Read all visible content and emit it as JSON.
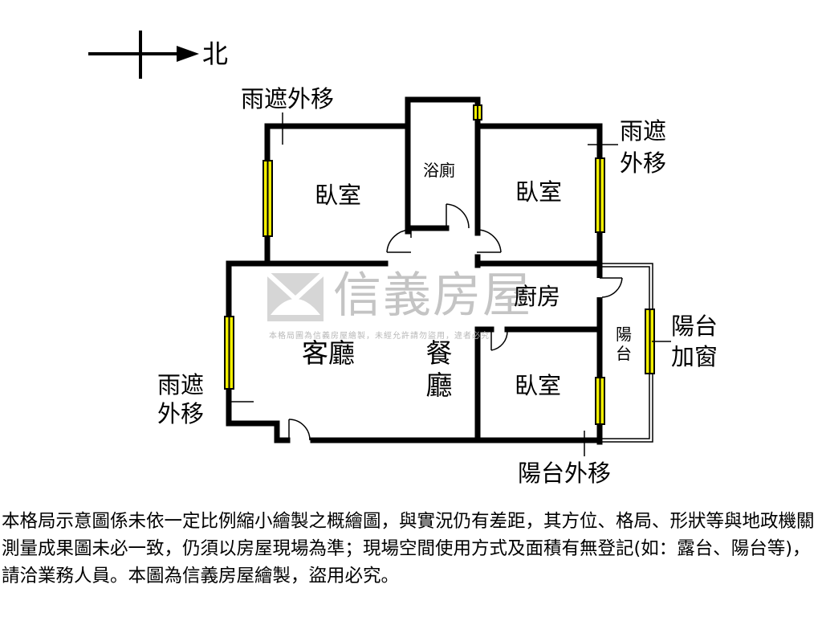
{
  "compass": {
    "label": "北"
  },
  "watermark": {
    "brand": "信義房屋",
    "notice": "本格局圖為信義房屋繪製，未經允許請勿盜用，違者必究"
  },
  "rooms": {
    "bedroom_northwest": "臥室",
    "bathroom": "浴廁",
    "bedroom_northeast": "臥室",
    "kitchen": "廚房",
    "living_room": "客廳",
    "dining_room": "餐廳",
    "bedroom_south": "臥室",
    "balcony": "陽台"
  },
  "annotations": {
    "canopy_relocated_top_left": "雨遮外移",
    "canopy_relocated_top_right": "雨遮外移",
    "canopy_relocated_left": "雨遮外移",
    "balcony_window_added": "陽台加窗",
    "balcony_relocated": "陽台外移"
  },
  "disclaimer": "本格局示意圖係未依一定比例縮小繪製之概繪圖，與實況仍有差距，其方位、格局、形狀等與地政機關測量成果圖未必一致，仍須以房屋現場為準；現場空間使用方式及面積有無登記(如：露台、陽台等)，請洽業務人員。本圖為信義房屋繪製，盜用必究。",
  "colors": {
    "wall": "#000000",
    "window_fill": "#f5f000",
    "watermark": "#c4c4c4"
  }
}
